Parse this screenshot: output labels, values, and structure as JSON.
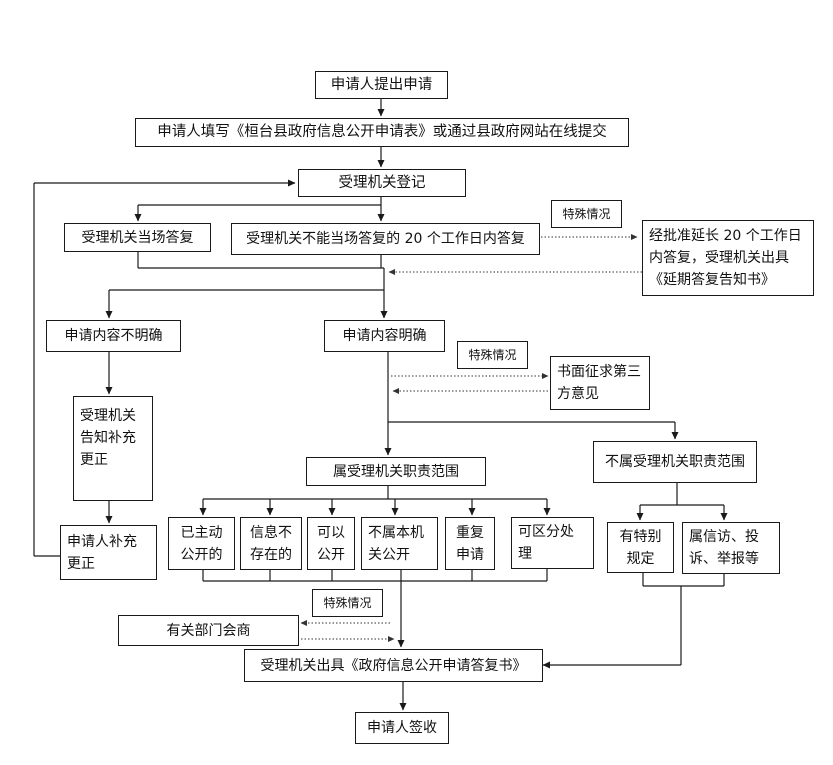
{
  "nodes": {
    "apply": "申请人提出申请",
    "fill_form": "申请人填写《桓台县政府信息公开申请表》或通过县政府网站在线提交",
    "register": "受理机关登记",
    "reply_on_spot": "受理机关当场答复",
    "reply_20days": "受理机关不能当场答复的 20 个工作日内答复",
    "special_1": "特殊情况",
    "extend_20days": "经批准延长 20 个工作日内答复，受理机关出具《延期答复告知书》",
    "content_unclear": "申请内容不明确",
    "content_clear": "申请内容明确",
    "special_2": "特殊情况",
    "third_party": "书面征求第三方意见",
    "notify_supplement": "受理机关告知补充更正",
    "in_scope": "属受理机关职责范围",
    "out_of_scope": "不属受理机关职责范围",
    "already_public": "已主动公开的",
    "not_exist": "信息不存在的",
    "can_public": "可以公开",
    "not_public": "不属本机关公开",
    "duplicate": "重复申请",
    "partial": "可区分处理",
    "special_rule": "有特别规定",
    "petition": "属信访、投诉、举报等",
    "applicant_supplement": "申请人补充更正",
    "special_3": "特殊情况",
    "consult": "有关部门会商",
    "issue_reply": "受理机关出具《政府信息公开申请答复书》",
    "sign": "申请人签收"
  },
  "colors": {
    "line": "#1a1a1a",
    "dotted": "#333333",
    "border": "#1a1a1a"
  }
}
